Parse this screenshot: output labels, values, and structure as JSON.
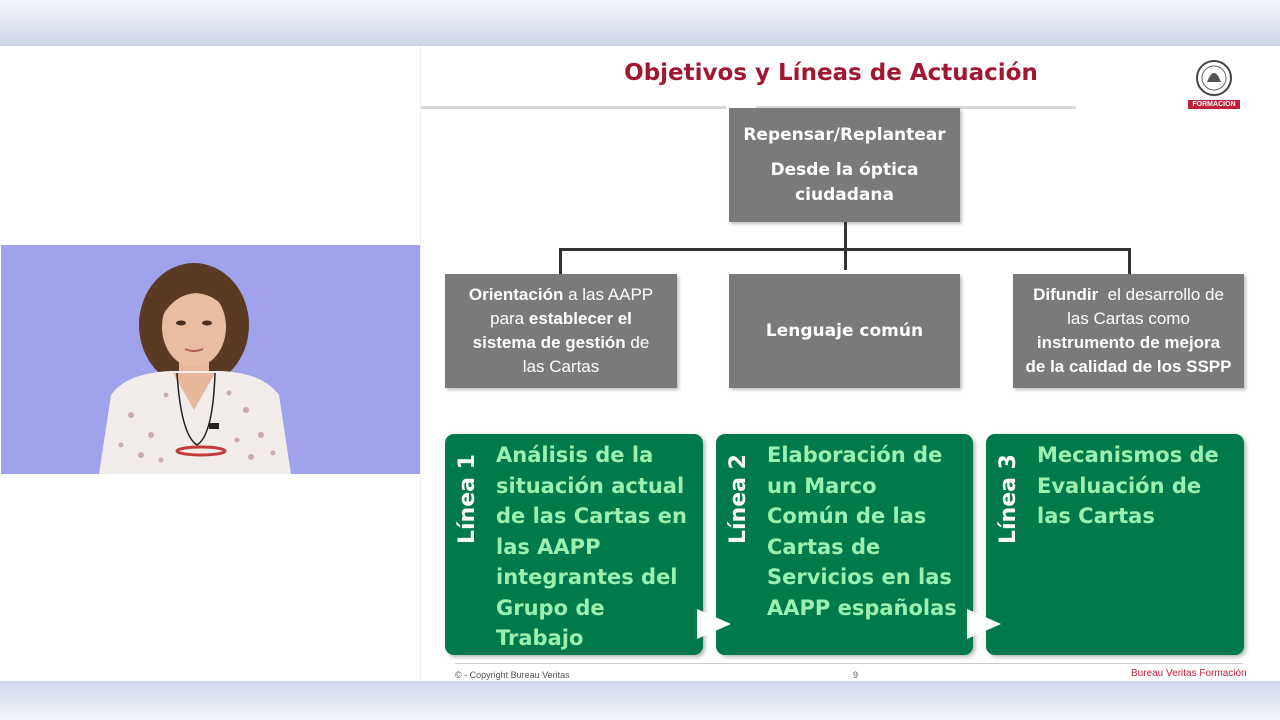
{
  "slide": {
    "title": "Objetivos y Líneas de Actuación",
    "logo": {
      "caption": "FORMACIÓN",
      "icon": "bureau-veritas-seal-icon"
    },
    "top_box": {
      "line1": "Repensar/Replantear",
      "line2": "Desde la óptica",
      "line3": "ciudadana"
    },
    "middle_boxes": [
      {
        "parts": [
          {
            "b": "Orientación",
            "t": " a las AAPP"
          },
          {
            "t": "para ",
            "b": "establecer el"
          },
          {
            "b": "sistema de gestión",
            "t": " de"
          },
          {
            "t": "las Cartas"
          }
        ]
      },
      {
        "text": "Lenguaje común"
      },
      {
        "parts": [
          {
            "b": "Difundir",
            "t": "  el desarrollo de"
          },
          {
            "t": "las Cartas como"
          },
          {
            "b": "instrumento de mejora"
          },
          {
            "b": "de la calidad de los SSPP"
          }
        ]
      }
    ],
    "lines": [
      {
        "label": "Línea 1",
        "text": "Análisis de la\nsituación actual\nde las Cartas en\nlas AAPP\nintegrantes del\nGrupo de\nTrabajo"
      },
      {
        "label": "Línea 2",
        "text": "Elaboración de\nun Marco\nComún de las\nCartas de\nServicios en las\nAAPP españolas"
      },
      {
        "label": "Línea 3",
        "text": "Mecanismos de\nEvaluación de\nlas Cartas"
      }
    ],
    "footer": {
      "copyright": "© - Copyright Bureau Veritas",
      "page_number": "9",
      "brand": "Bureau Veritas Formación"
    }
  },
  "colors": {
    "title": "#a01830",
    "gray_box": "#7a7a7a",
    "green_box": "#007a4a",
    "green_text": "#9bf0b0",
    "video_background": "#a1a2ec"
  }
}
